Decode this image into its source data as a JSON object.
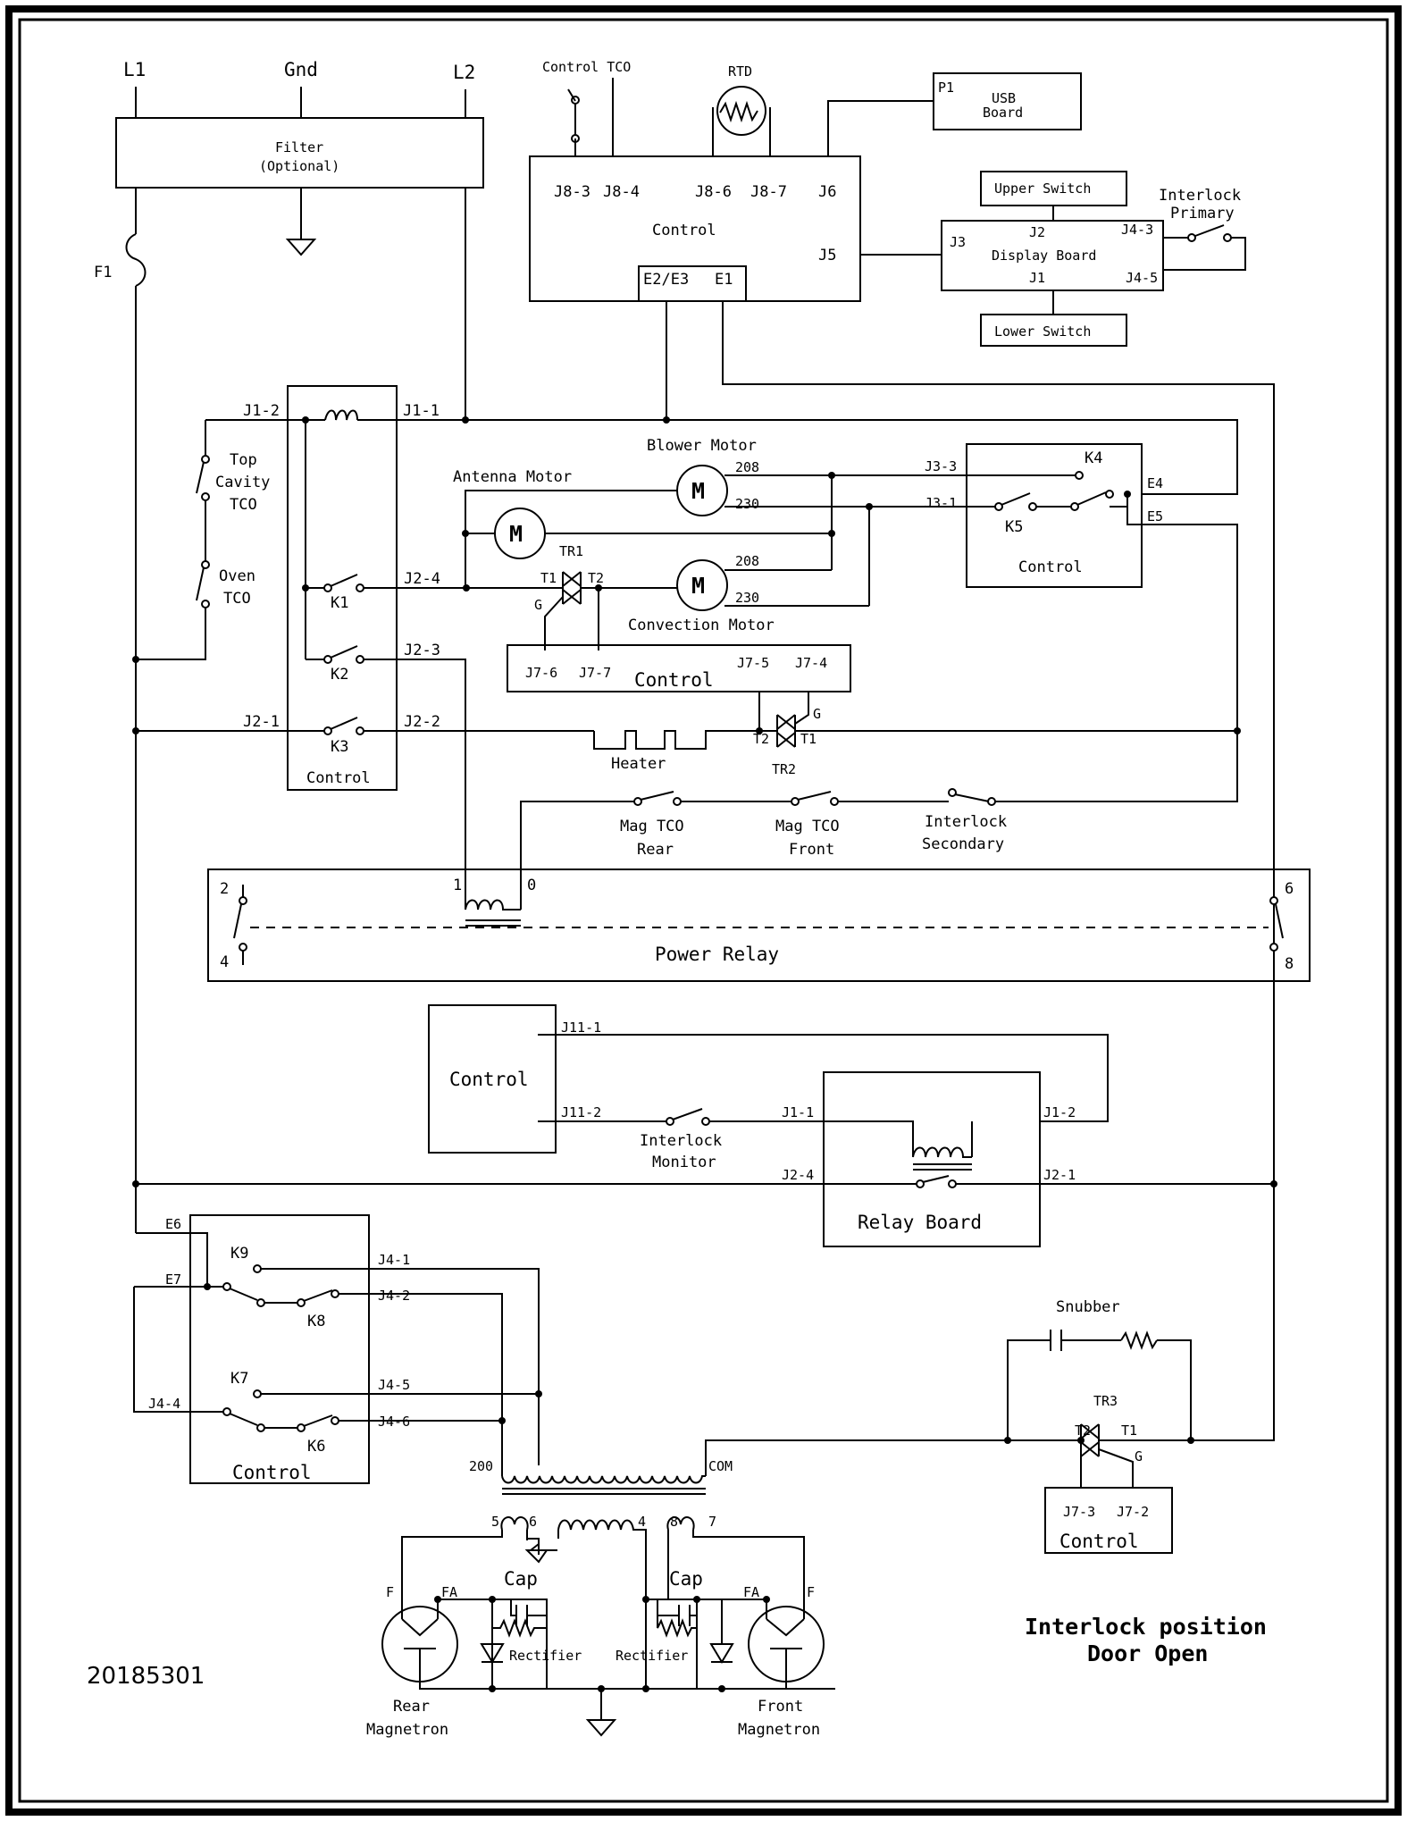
{
  "top_terminals": {
    "l1": "L1",
    "gnd": "Gnd",
    "l2": "L2"
  },
  "filter": {
    "title": "Filter",
    "sub": "(Optional)"
  },
  "fuse": "F1",
  "control_tco": "Control TCO",
  "rtd": "RTD",
  "usb": {
    "p1": "P1",
    "line1": "USB",
    "line2": "Board"
  },
  "main_control": {
    "title": "Control",
    "pins": {
      "j83": "J8-3",
      "j84": "J8-4",
      "j86": "J8-6",
      "j87": "J8-7",
      "j6": "J6",
      "j5": "J5",
      "e2e3": "E2/E3",
      "e1": "E1"
    }
  },
  "display": {
    "title": "Display Board",
    "upper": "Upper Switch",
    "lower": "Lower Switch",
    "j2": "J2",
    "j1": "J1",
    "j3": "J3",
    "j43": "J4-3",
    "j45": "J4-5",
    "interlock1": "Interlock",
    "interlock2": "Primary"
  },
  "relay_control": {
    "title": "Control",
    "j12": "J1-2",
    "j11": "J1-1",
    "j24": "J2-4",
    "j23": "J2-3",
    "j21": "J2-1",
    "j22": "J2-2",
    "k1": "K1",
    "k2": "K2",
    "k3": "K3"
  },
  "tco": {
    "top1": "Top",
    "top2": "Cavity",
    "top3": "TCO",
    "oven1": "Oven",
    "oven2": "TCO"
  },
  "motors": {
    "blower": "Blower Motor",
    "antenna": "Antenna Motor",
    "convection": "Convection Motor",
    "m": "M",
    "v208": "208",
    "v230": "230"
  },
  "k45_control": {
    "title": "Control",
    "k4": "K4",
    "k5": "K5",
    "j33": "J3-3",
    "j31": "J3-1",
    "e4": "E4",
    "e5": "E5"
  },
  "triac": {
    "tr1": "TR1",
    "tr2": "TR2",
    "tr3": "TR3",
    "t1": "T1",
    "t2": "T2",
    "g": "G"
  },
  "mid_control": {
    "title": "Control",
    "j76": "J7-6",
    "j77": "J7-7",
    "j75": "J7-5",
    "j74": "J7-4"
  },
  "heater": "Heater",
  "mag_tco_rear": {
    "l1": "Mag TCO",
    "l2": "Rear"
  },
  "mag_tco_front": {
    "l1": "Mag TCO",
    "l2": "Front"
  },
  "interlock_secondary": {
    "l1": "Interlock",
    "l2": "Secondary"
  },
  "power_relay": {
    "title": "Power Relay",
    "p1": "1",
    "p0": "0",
    "p2": "2",
    "p4": "4",
    "p6": "6",
    "p8": "8"
  },
  "ctl_box": {
    "title": "Control",
    "j111": "J11-1",
    "j112": "J11-2"
  },
  "interlock_monitor": {
    "l1": "Interlock",
    "l2": "Monitor"
  },
  "relay_board": {
    "title": "Relay Board",
    "j11": "J1-1",
    "j12": "J1-2",
    "j24": "J2-4",
    "j21": "J2-1"
  },
  "lower_control": {
    "title": "Control",
    "e6": "E6",
    "e7": "E7",
    "k9": "K9",
    "k8": "K8",
    "k7": "K7",
    "k6": "K6",
    "j41": "J4-1",
    "j42": "J4-2",
    "j45": "J4-5",
    "j46": "J4-6",
    "j44": "J4-4"
  },
  "snubber": "Snubber",
  "tr3_control": {
    "title": "Control",
    "j73": "J7-3",
    "j72": "J7-2"
  },
  "transformer": {
    "t200": "200",
    "com": "COM",
    "p5": "5",
    "p6": "6",
    "p4": "4",
    "p8": "8",
    "p7": "7"
  },
  "cap": "Cap",
  "rectifier": "Rectifier",
  "f": "F",
  "fa": "FA",
  "rear_mag": {
    "l1": "Rear",
    "l2": "Magnetron"
  },
  "front_mag": {
    "l1": "Front",
    "l2": "Magnetron"
  },
  "note": {
    "l1": "Interlock position",
    "l2": "Door Open"
  },
  "drawing_id": "20185301"
}
